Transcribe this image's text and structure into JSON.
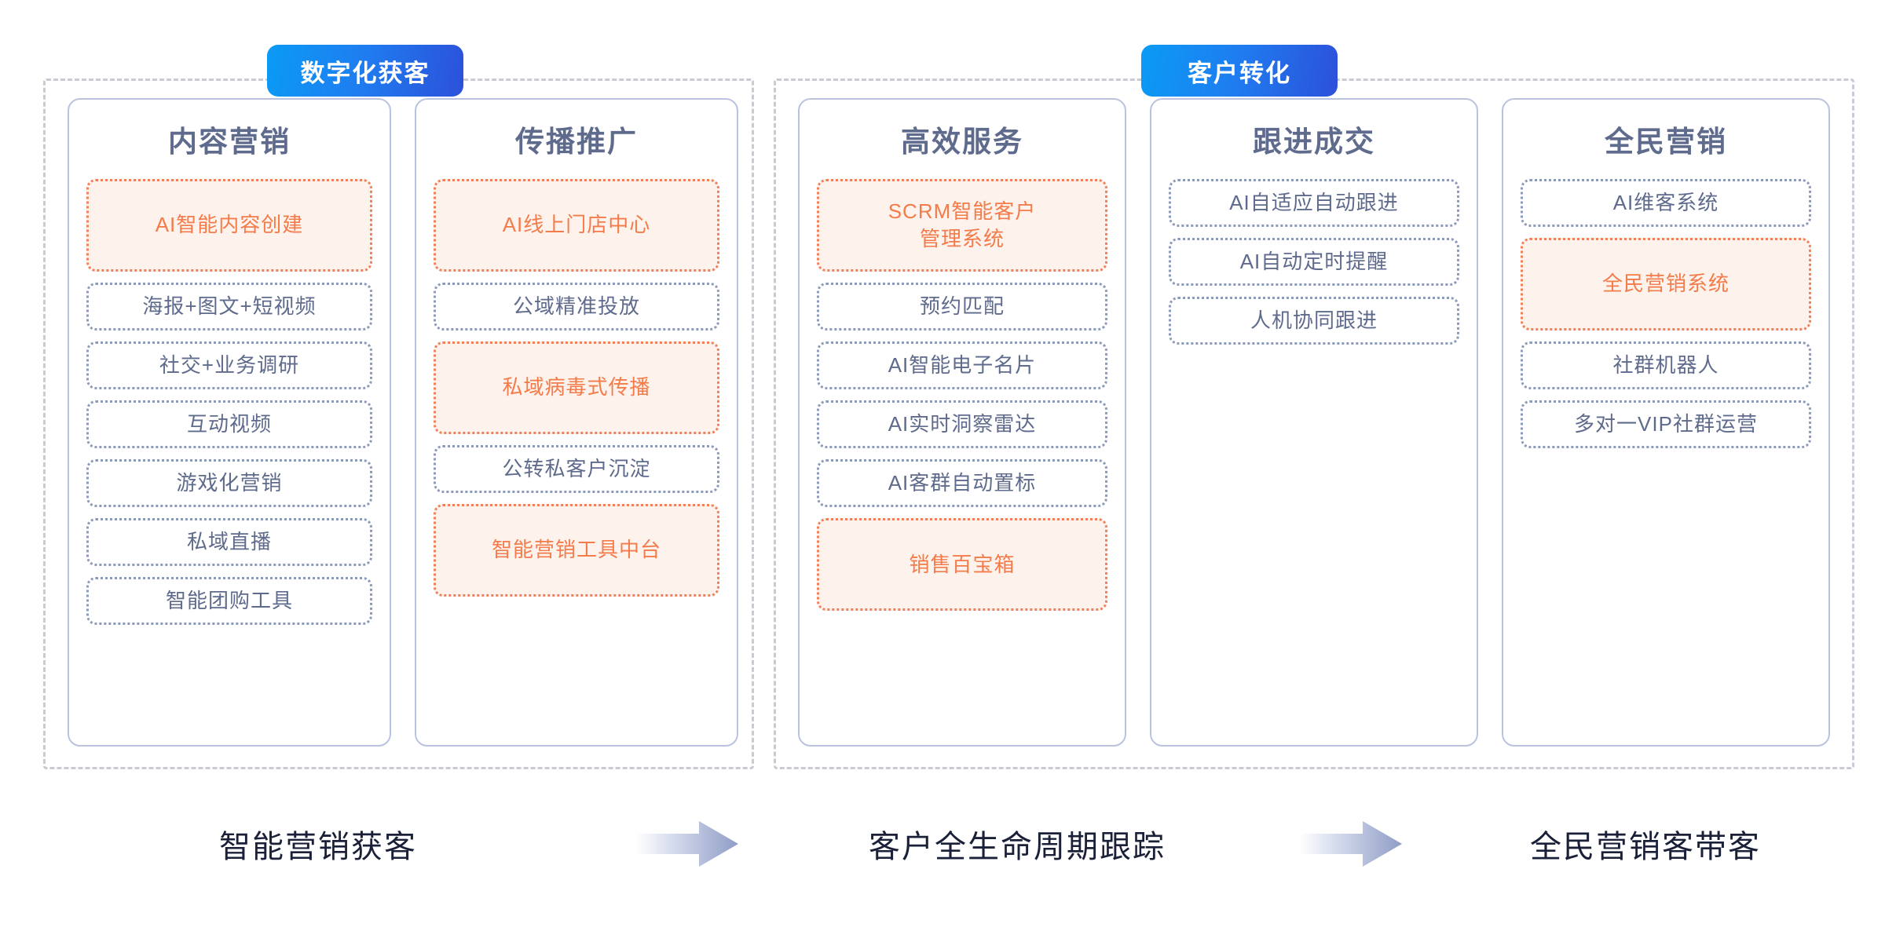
{
  "theme": {
    "badge_gradient_from": "#0a9bf5",
    "badge_gradient_to": "#2c50da",
    "card_border": "#b9c3e0",
    "title_color": "#5f6b8c",
    "item_border": "#8d99b8",
    "item_text": "#5f6b8c",
    "highlight_border": "#f0805a",
    "highlight_bg": "#fdf2ec",
    "highlight_text": "#f47b4a",
    "group_border": "#c9cad4",
    "footer_text": "#1a2038",
    "arrow_color": "#8f9dc6"
  },
  "groups": [
    {
      "badge": "数字化获客",
      "columns": [
        {
          "title": "内容营销",
          "items": [
            {
              "label": "AI智能内容创建",
              "highlight": true,
              "tall": true
            },
            {
              "label": "海报+图文+短视频",
              "highlight": false,
              "tall": false
            },
            {
              "label": "社交+业务调研",
              "highlight": false,
              "tall": false
            },
            {
              "label": "互动视频",
              "highlight": false,
              "tall": false
            },
            {
              "label": "游戏化营销",
              "highlight": false,
              "tall": false
            },
            {
              "label": "私域直播",
              "highlight": false,
              "tall": false
            },
            {
              "label": "智能团购工具",
              "highlight": false,
              "tall": false
            }
          ]
        },
        {
          "title": "传播推广",
          "items": [
            {
              "label": "AI线上门店中心",
              "highlight": true,
              "tall": true
            },
            {
              "label": "公域精准投放",
              "highlight": false,
              "tall": false
            },
            {
              "label": "私域病毒式传播",
              "highlight": true,
              "tall": true
            },
            {
              "label": "公转私客户沉淀",
              "highlight": false,
              "tall": false
            },
            {
              "label": "智能营销工具中台",
              "highlight": true,
              "tall": true
            }
          ]
        }
      ]
    },
    {
      "badge": "客户转化",
      "columns": [
        {
          "title": "高效服务",
          "items": [
            {
              "label": "SCRM智能客户\n管理系统",
              "highlight": true,
              "tall": true
            },
            {
              "label": "预约匹配",
              "highlight": false,
              "tall": false
            },
            {
              "label": "AI智能电子名片",
              "highlight": false,
              "tall": false
            },
            {
              "label": "AI实时洞察雷达",
              "highlight": false,
              "tall": false
            },
            {
              "label": "AI客群自动置标",
              "highlight": false,
              "tall": false
            },
            {
              "label": "销售百宝箱",
              "highlight": true,
              "tall": true
            }
          ]
        },
        {
          "title": "跟进成交",
          "items": [
            {
              "label": "AI自适应自动跟进",
              "highlight": false,
              "tall": false
            },
            {
              "label": "AI自动定时提醒",
              "highlight": false,
              "tall": false
            },
            {
              "label": "人机协同跟进",
              "highlight": false,
              "tall": false
            }
          ]
        },
        {
          "title": "全民营销",
          "items": [
            {
              "label": "AI维客系统",
              "highlight": false,
              "tall": false
            },
            {
              "label": "全民营销系统",
              "highlight": true,
              "tall": true
            },
            {
              "label": "社群机器人",
              "highlight": false,
              "tall": false
            },
            {
              "label": "多对一VIP社群运营",
              "highlight": false,
              "tall": false
            }
          ]
        }
      ]
    }
  ],
  "footer": {
    "labels": [
      "智能营销获客",
      "客户全生命周期跟踪",
      "全民营销客带客"
    ],
    "arrows": [
      "arrow-right-icon",
      "arrow-right-icon"
    ]
  }
}
